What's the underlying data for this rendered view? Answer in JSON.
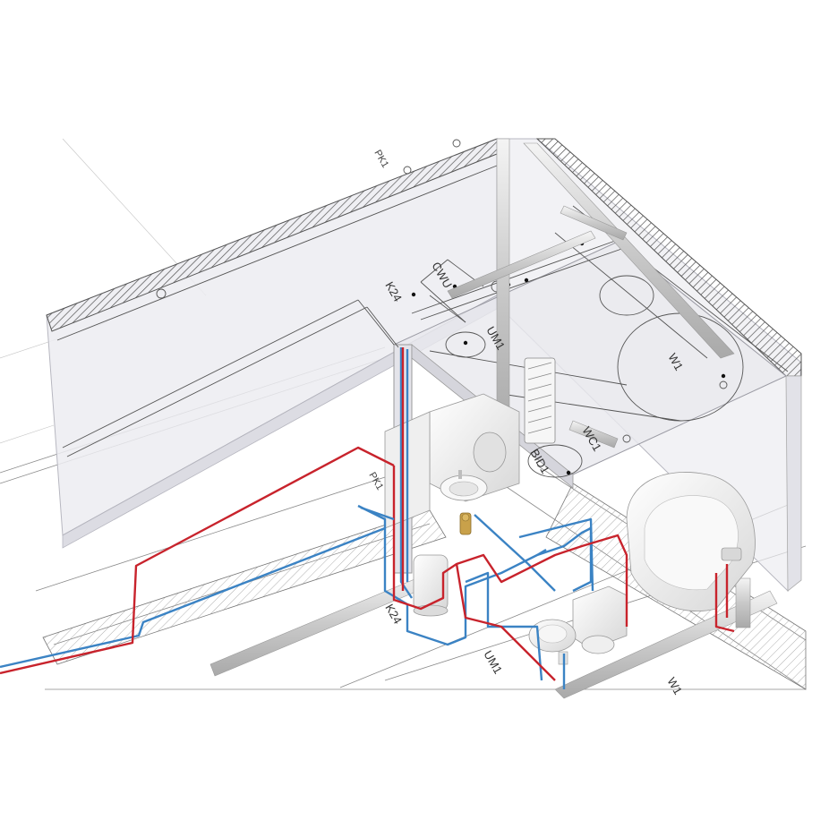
{
  "labels": {
    "cwu": "CWU",
    "k24_upper": "K24",
    "um1_upper": "UM1",
    "w1_upper": "W1",
    "wc1": "WC1",
    "bid1": "BID1",
    "pk1_upper": "PK1",
    "pk1_left": "PK1",
    "k24_lower": "K24",
    "um1_lower": "UM1",
    "w1_lower": "W1"
  },
  "colors": {
    "hot_water": "#c8232c",
    "cold_water": "#3b83c4",
    "wall_fill": "#ececf1",
    "hatch": "#6a6a6a",
    "line": "#555555",
    "fixture": "#f2f2f2",
    "valve": "#c9a14a"
  }
}
